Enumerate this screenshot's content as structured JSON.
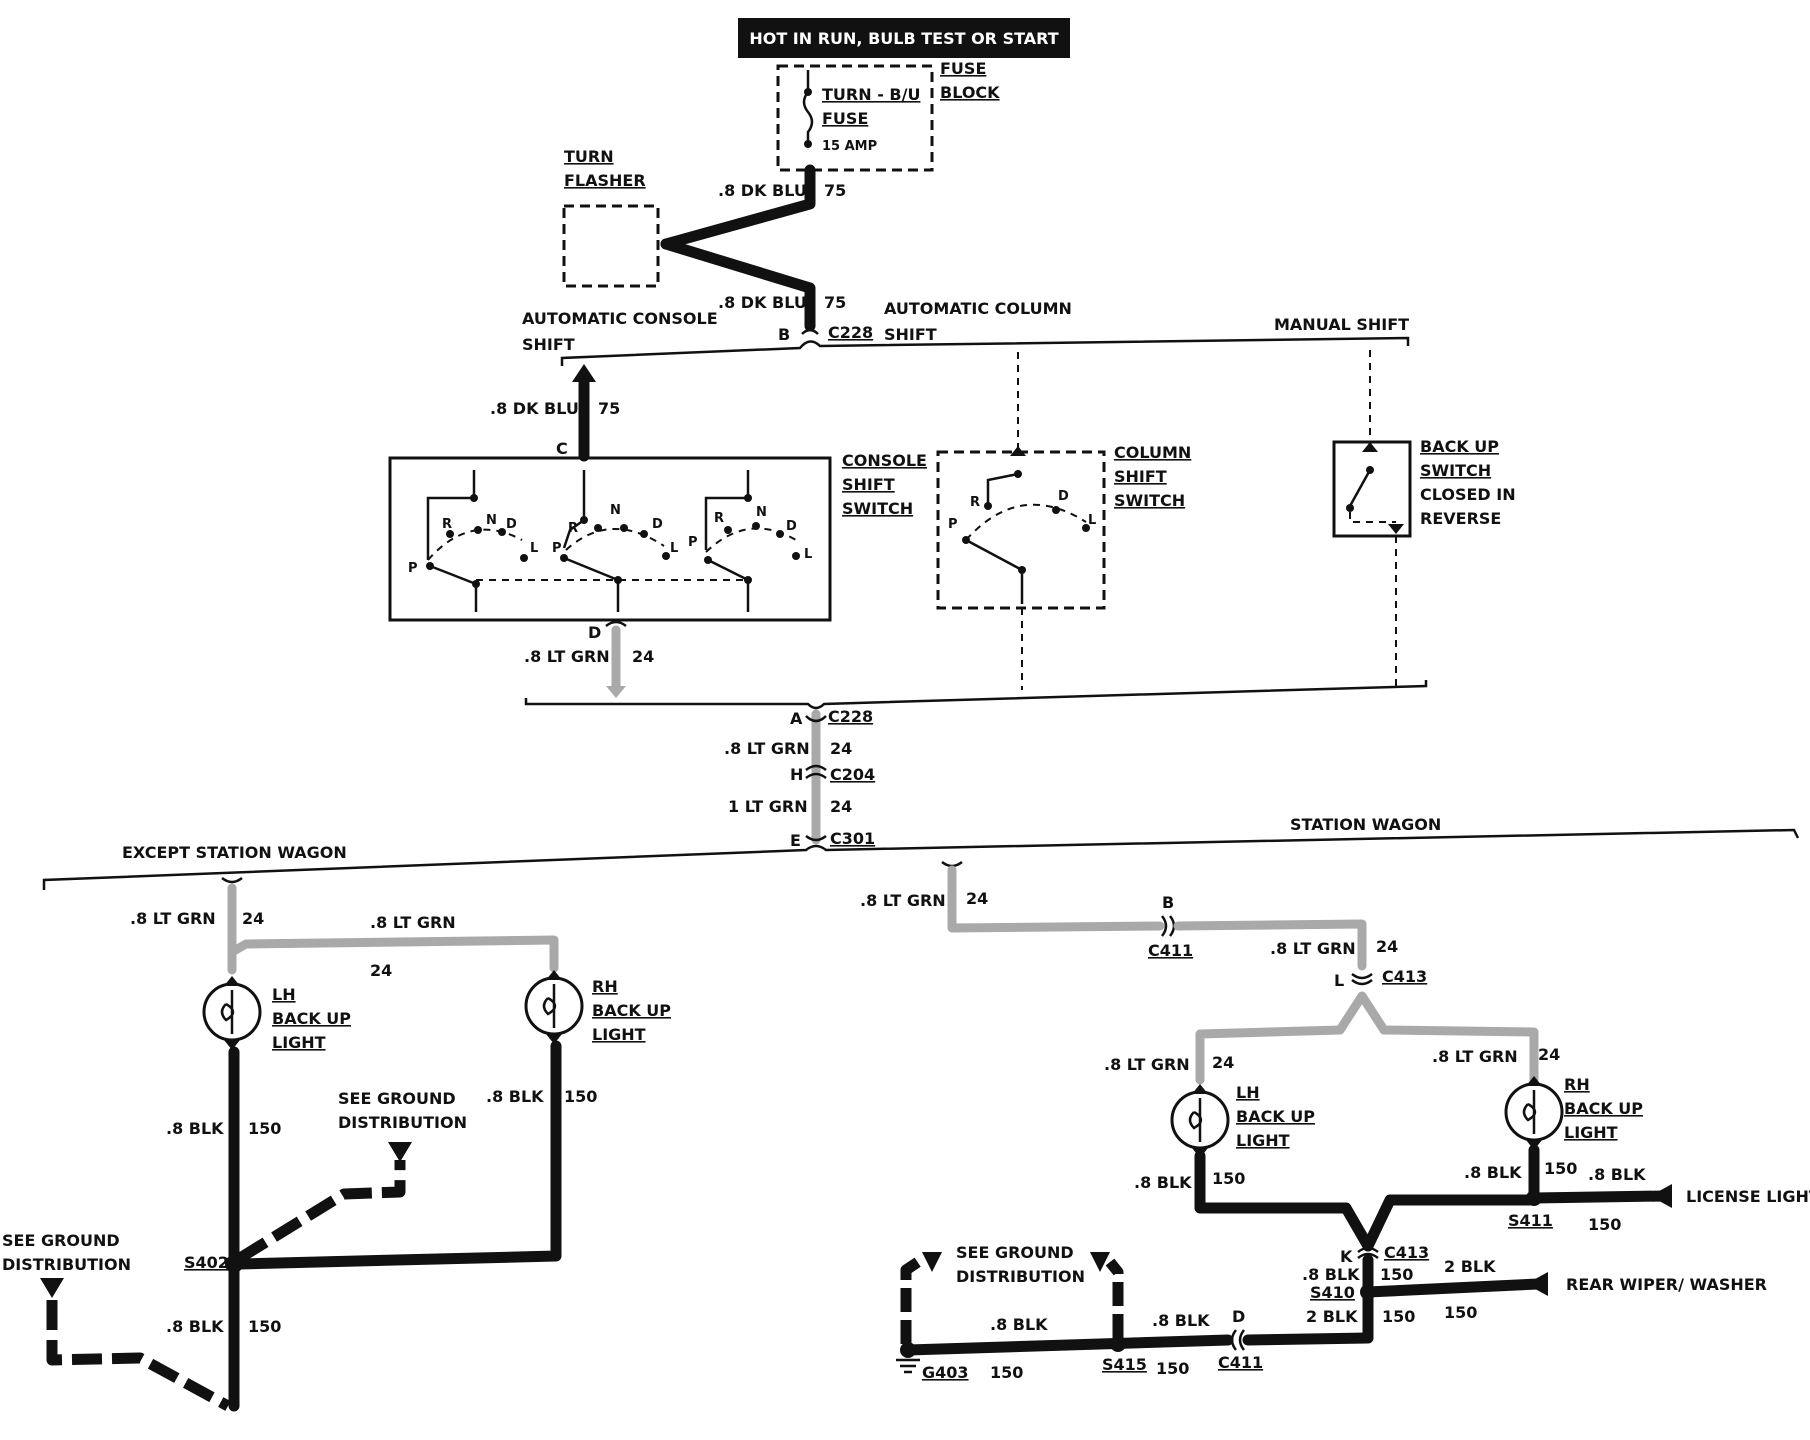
{
  "header_label": "HOT IN RUN,   BULB TEST OR START",
  "fuse_block": {
    "title_line1": "FUSE",
    "title_line2": "BLOCK",
    "fuse_name": "TURN - B/U",
    "fuse_word": "FUSE",
    "rating": "15 AMP"
  },
  "turn_flasher": {
    "line1": "TURN",
    "line2": "FLASHER"
  },
  "top_wires": [
    {
      "gauge_color": ".8 DK BLU",
      "circuit": "75"
    },
    {
      "gauge_color": ".8 DK BLU",
      "circuit": "75"
    }
  ],
  "connector_c228_top": {
    "pin": "B",
    "name": "C228"
  },
  "shift_options": {
    "console": {
      "line1": "AUTOMATIC CONSOLE",
      "line2": "SHIFT"
    },
    "column": {
      "line1": "AUTOMATIC COLUMN",
      "line2": "SHIFT"
    },
    "manual": "MANUAL SHIFT"
  },
  "console_wire": {
    "gauge_color": ".8 DK BLU",
    "circuit": "75",
    "pin": "C"
  },
  "console_switch": {
    "line1": "CONSOLE",
    "line2": "SHIFT",
    "line3": "SWITCH",
    "positions": [
      "P",
      "R",
      "N",
      "D",
      "L"
    ]
  },
  "column_switch": {
    "line1": "COLUMN",
    "line2": "SHIFT",
    "line3": "SWITCH",
    "positions": [
      "P",
      "R",
      "D",
      "L"
    ]
  },
  "backup_switch": {
    "line1": "BACK UP",
    "line2": "SWITCH",
    "line3": "CLOSED IN",
    "line4": "REVERSE"
  },
  "console_out": {
    "pin": "D",
    "gauge_color": ".8 LT GRN",
    "circuit": "24"
  },
  "chain": {
    "c228_pin": "A",
    "c228": "C228",
    "wire1_gauge": ".8 LT GRN",
    "wire1_circuit": "24",
    "c204_pin": "H",
    "c204": "C204",
    "wire2_gauge": "1 LT GRN",
    "wire2_circuit": "24",
    "c301_pin": "E",
    "c301": "C301"
  },
  "except_wagon": {
    "title": "EXCEPT STATION WAGON",
    "feed_gauge": ".8 LT GRN",
    "feed_circuit": "24",
    "branch_gauge": ".8 LT GRN",
    "branch_circuit": "24",
    "lh_light": [
      "LH",
      "BACK UP",
      "LIGHT"
    ],
    "rh_light": [
      "RH",
      "BACK UP",
      "LIGHT"
    ],
    "lh_ground_gauge": ".8 BLK",
    "lh_ground_circuit": "150",
    "rh_ground_gauge": ".8 BLK",
    "rh_ground_circuit": "150",
    "ground_ref": [
      "SEE GROUND",
      "DISTRIBUTION"
    ],
    "left_ground_ref": [
      "SEE GROUND",
      "DISTRIBUTION"
    ],
    "splice": "S402",
    "bottom_gauge": ".8 BLK",
    "bottom_circuit": "150"
  },
  "station_wagon": {
    "title": "STATION WAGON",
    "feed_gauge": ".8 LT GRN",
    "feed_circuit": "24",
    "c411_pin": "B",
    "c411": "C411",
    "wire_gauge": ".8 LT GRN",
    "wire_circuit": "24",
    "c413_pin": "L",
    "c413": "C413",
    "lh_feed_gauge": ".8 LT GRN",
    "lh_feed_circuit": "24",
    "rh_feed_gauge": ".8 LT GRN",
    "rh_feed_circuit": "24",
    "lh_light": [
      "LH",
      "BACK UP",
      "LIGHT"
    ],
    "rh_light": [
      "RH",
      "BACK UP",
      "LIGHT"
    ],
    "lh_gnd_gauge": ".8 BLK",
    "lh_gnd_circuit": "150",
    "rh_gnd_gauge": ".8 BLK",
    "rh_gnd_circuit": "150",
    "s411": "S411",
    "license_gauge": ".8 BLK",
    "license_circuit": "150",
    "license_label": "LICENSE LIGHT",
    "c413b_pin": "K",
    "c413b": "C413",
    "k_gauge": ".8 BLK",
    "k_circuit": "150",
    "s410": "S410",
    "wiper_gauge": "2 BLK",
    "wiper_circuit": "150",
    "wiper_label": "REAR WIPER/ WASHER",
    "s410_out_gauge": "2 BLK",
    "s410_out_circuit": "150",
    "c411b_pin": "D",
    "c411b": "C411",
    "d_gauge": ".8 BLK",
    "s415": "S415",
    "s415_circuit": "150",
    "g403_gauge": ".8 BLK",
    "g403": "G403",
    "g403_circuit": "150",
    "ground_ref": [
      "SEE GROUND",
      "DISTRIBUTION"
    ]
  }
}
